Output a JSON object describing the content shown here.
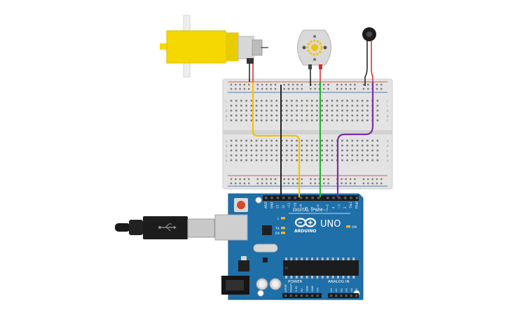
{
  "components": {
    "gear_motor": {
      "icon": "gear-motor-icon"
    },
    "dc_motor": {
      "icon": "dc-motor-icon"
    },
    "vibration_motor": {
      "icon": "vibration-motor-icon"
    },
    "breadboard": {
      "icon": "breadboard-icon"
    },
    "usb_cable": {
      "icon": "usb-cable-icon"
    }
  },
  "arduino": {
    "model": "UNO",
    "brand": "ARDUINO",
    "digital_label": "DIGITAL (PWM~)",
    "power_label": "POWER",
    "analog_label": "ANALOG IN",
    "on_label": "ON",
    "led_l": "L",
    "led_tx": "TX",
    "led_rx": "RX",
    "top_pins": [
      "AREF",
      "GND",
      "13",
      "12",
      "~11",
      "~10",
      "~9",
      "8",
      "7",
      "~6",
      "~5",
      "4",
      "~3",
      "2",
      "TX▸1",
      "RX◂0"
    ],
    "power_pins": [
      "IOREF",
      "RESET",
      "3.3V",
      "5V",
      "GND",
      "GND",
      "Vin"
    ],
    "analog_pins": [
      "A0",
      "A1",
      "A2",
      "A3",
      "A4",
      "A5"
    ]
  },
  "breadboard": {
    "row_letters_top": [
      "j",
      "i",
      "h",
      "g",
      "f"
    ],
    "row_letters_bottom": [
      "e",
      "d",
      "c",
      "b",
      "a"
    ]
  },
  "wires": [
    {
      "name": "gear-motor-signal-wire",
      "color": "#f5c200"
    },
    {
      "name": "ground-wire",
      "color": "#222222"
    },
    {
      "name": "dc-motor-signal-wire",
      "color": "#2eae3a"
    },
    {
      "name": "vibration-motor-signal-wire",
      "color": "#7a2fa6"
    }
  ],
  "colors": {
    "board": "#1f6fa8",
    "breadboard": "#e4e4e4",
    "gear_motor": "#f5d800",
    "rail_red": "#d8322e",
    "rail_blue": "#2b55a0"
  }
}
